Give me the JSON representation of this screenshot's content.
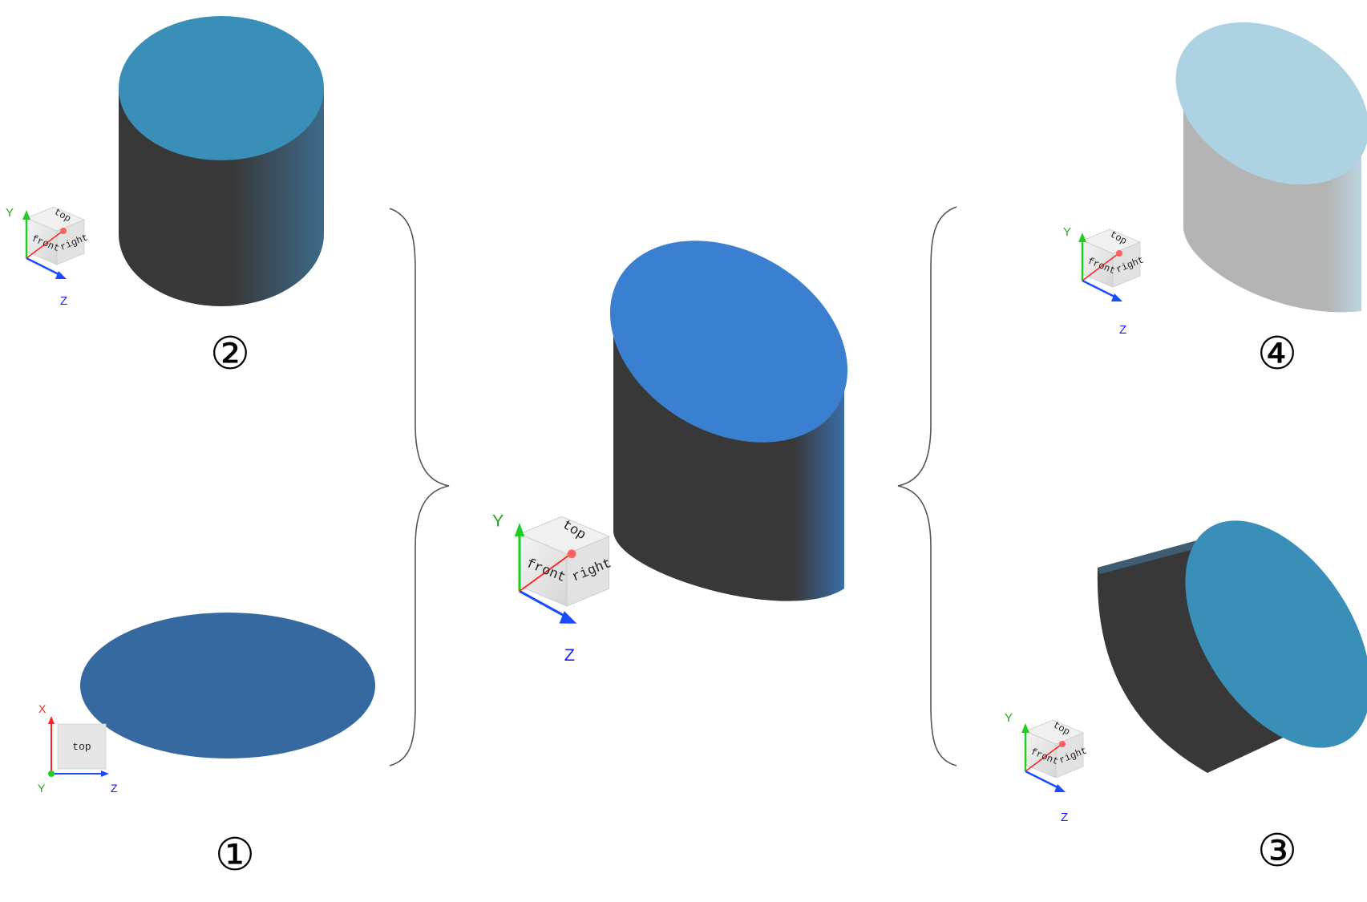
{
  "colors": {
    "body_dark": "#383838",
    "top_blue": "#3a8fb8",
    "center_top": "#3a7fd0",
    "ellipse_flat": "#3669a0",
    "light_body": "#b4b4b4",
    "light_top": "#add2e2",
    "axis_x": "#ff2020",
    "axis_y": "#22cc22",
    "axis_z": "#1a4cff"
  },
  "labels": {
    "step1": "①",
    "step2": "②",
    "step3": "③",
    "step4": "④"
  },
  "triad": {
    "y": "Y",
    "z": "Z",
    "x": "X",
    "front": "front",
    "right": "right",
    "top": "top"
  }
}
